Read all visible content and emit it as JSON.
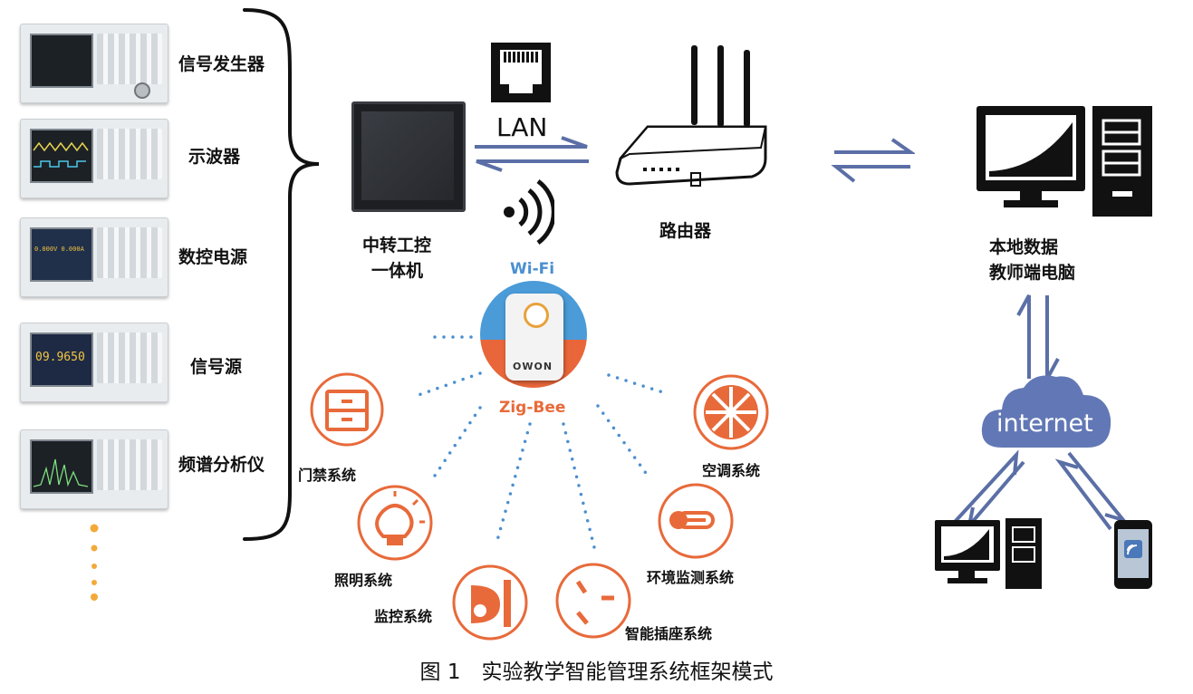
{
  "instruments": [
    {
      "label": "信号发生器",
      "screen_text": ""
    },
    {
      "label": "示波器",
      "screen_text": ""
    },
    {
      "label": "数控电源",
      "screen_text": "0.000V 0.000A"
    },
    {
      "label": "信号源",
      "screen_text": "09.9650"
    },
    {
      "label": "频谱分析仪",
      "screen_text": ""
    }
  ],
  "center": {
    "label_line1": "中转工控",
    "label_line2": "一体机"
  },
  "lan_label": "LAN",
  "router_label": "路由器",
  "local_pc": {
    "line1": "本地数据",
    "line2": "教师端电脑"
  },
  "wifi_label": "Wi-Fi",
  "zigbee_label": "Zig-Bee",
  "hub_brand": "OWON",
  "internet_label": "internet",
  "subsystems": {
    "door": "门禁系统",
    "lighting": "照明系统",
    "monitor": "监控系统",
    "socket": "智能插座系统",
    "env": "环境监测系统",
    "ac": "空调系统"
  },
  "caption": "图 1　实验教学智能管理系统框架模式",
  "colors": {
    "orange": "#e86a3a",
    "arrow_blue": "#5b6fa6",
    "wifi_blue": "#4a8fd0",
    "cloud": "#6278b6",
    "dot_orange": "#f3a93a"
  }
}
